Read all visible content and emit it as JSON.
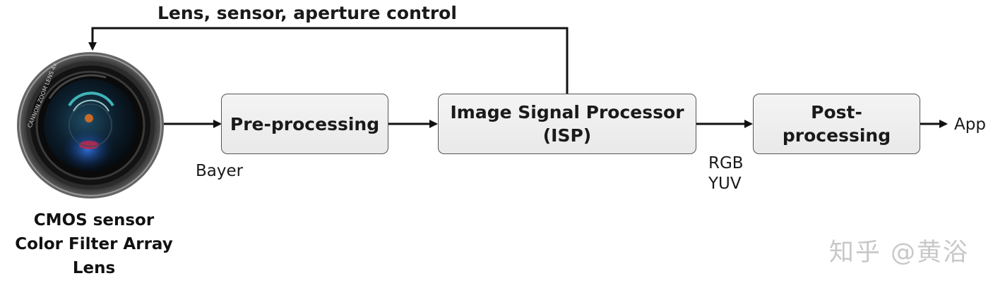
{
  "diagram": {
    "control_label": "Lens, sensor, aperture control",
    "camera": {
      "label_lines": "CMOS sensor\nColor Filter Array\nLens",
      "lens_ring_text": "CANNON ZOOM LENS 4x"
    },
    "blocks": {
      "pre_processing": "Pre-processing",
      "isp": "Image Signal Processor\n(ISP)",
      "post_processing": "Post-\nprocessing"
    },
    "edge_labels": {
      "bayer": "Bayer",
      "rgb_yuv": "RGB\nYUV",
      "app": "App"
    },
    "watermark": "知乎 @黄浴"
  }
}
